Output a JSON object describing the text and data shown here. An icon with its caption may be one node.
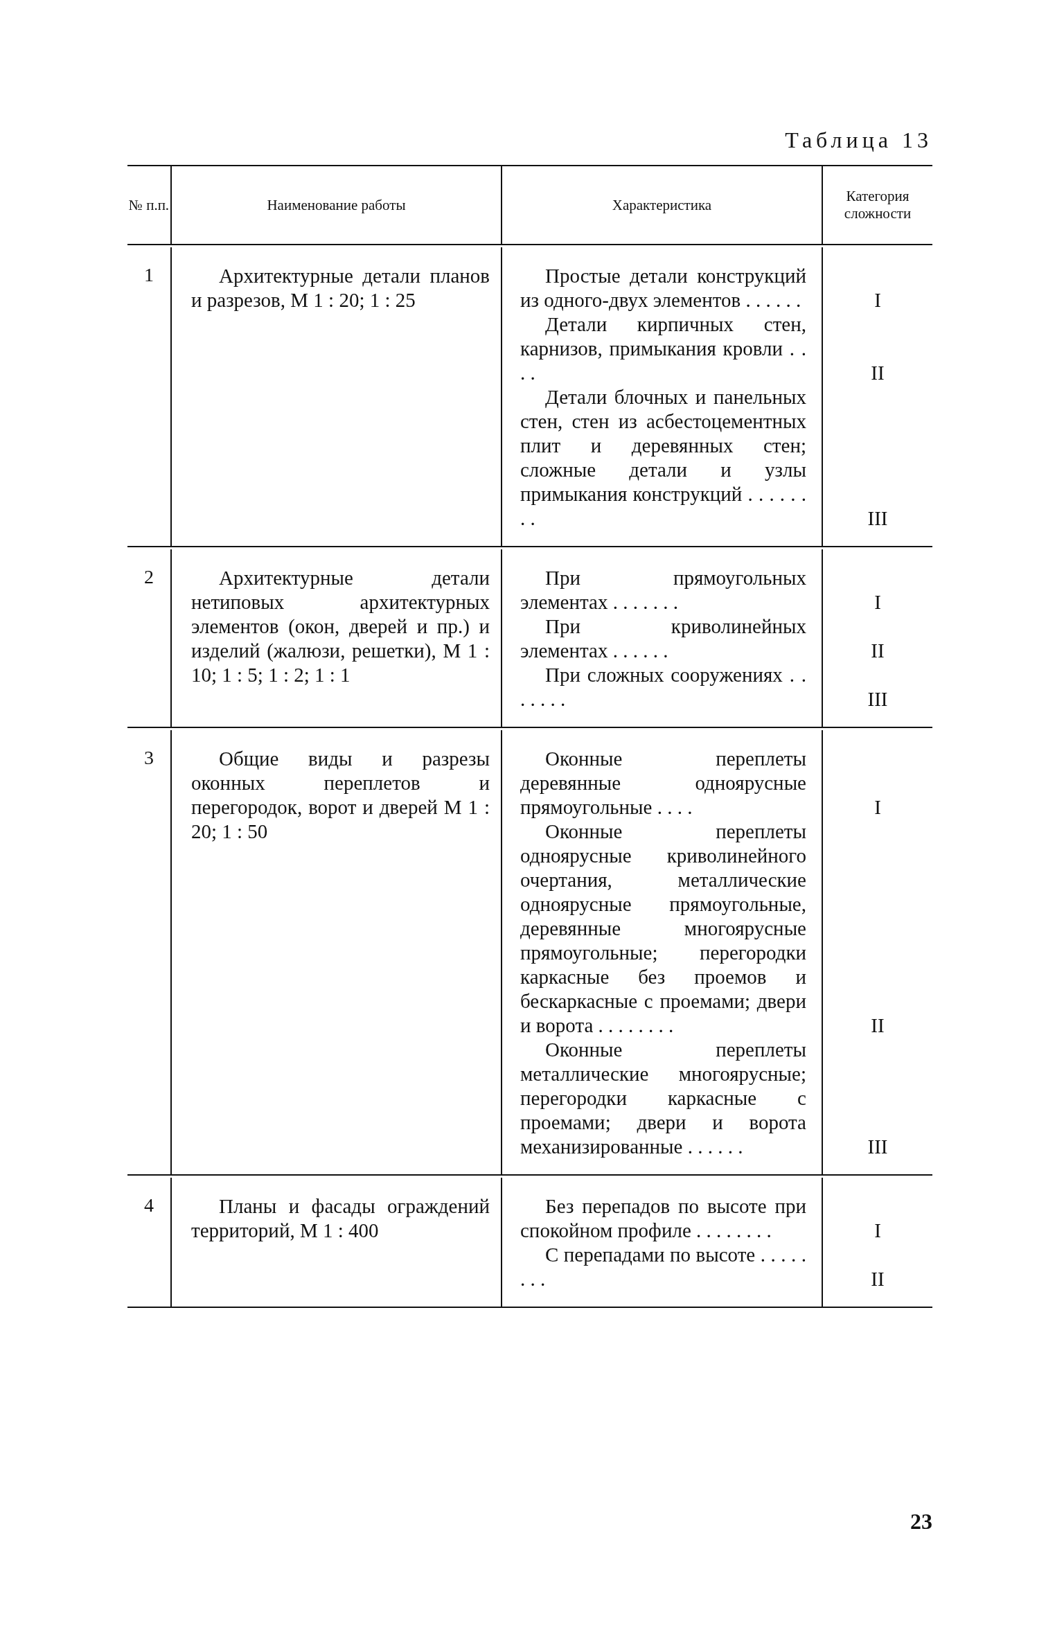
{
  "diagram": {
    "title": "Таблица 13",
    "labels": [
      "№ п.п.",
      "Наименование работы",
      "Характеристика",
      "Категория сложности",
      "1",
      "Архитектурные детали планов и разрезов, М 1 : 20; 1 : 25",
      "Простые детали конструкций из одного-двух элементов . . . . . .",
      "I",
      "Детали кирпичных стен, карнизов, примыкания кровли . . . .",
      "II",
      "Детали блочных и панельных стен, стен из асбестоцементных плит и деревянных стен; сложные детали и узлы примыкания конструкций . . . . . . . .",
      "III",
      "2",
      "Архитектурные детали нетиповых архитектурных элементов (окон, дверей и пр.) и изделий (жалюзи, решетки), М 1 : 10; 1 : 5; 1 : 2; 1 : 1",
      "При прямоугольных элементах . . . . . . .",
      "I",
      "При криволинейных элементах . . . . . .",
      "II",
      "При сложных сооружениях . . . . . . .",
      "III",
      "3",
      "Общие виды и разрезы оконных переплетов и перегородок, ворот и дверей М 1 : 20; 1 : 50",
      "Оконные переплеты деревянные одноярусные прямоугольные . . . .",
      "I",
      "Оконные переплеты одноярусные криволинейного очертания, металлические одноярусные прямоугольные, деревянные многоярусные прямоугольные; перегородки каркасные без проемов и бескаркасные с проемами; двери и ворота . . . . . . . .",
      "II",
      "Оконные переплеты металлические многоярусные; перегородки каркасные с проемами; двери и ворота механизированные . . . . . .",
      "III",
      "4",
      "Планы и фасады ограждений территорий, М 1 : 400",
      "Без перепадов по высоте при спокойном профиле . . . . . . . .",
      "I",
      "С перепадами по высоте . . . . . . . .",
      "II",
      "23"
    ]
  }
}
